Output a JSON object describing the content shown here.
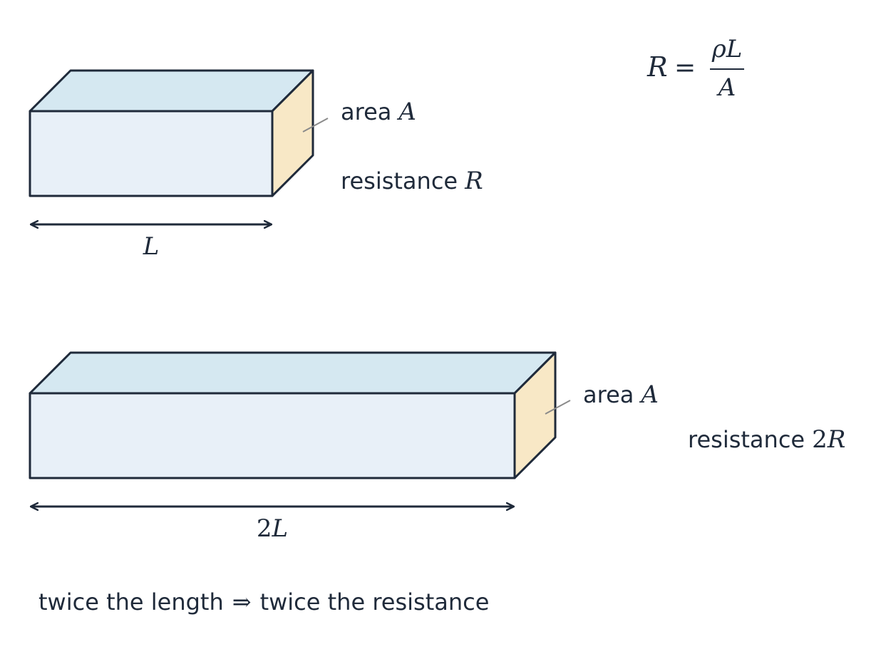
{
  "formula": {
    "lhs": "R",
    "equals": "=",
    "numerator": "ρL",
    "denominator": "A"
  },
  "bar_short": {
    "area_word": "area",
    "area_symbol": "A",
    "resistance_word": "resistance",
    "resistance_symbol": "R",
    "length_label": "L"
  },
  "bar_long": {
    "area_word": "area",
    "area_symbol": "A",
    "resistance_word": "resistance",
    "resistance_coef": "2",
    "resistance_symbol": "R",
    "length_coef": "2",
    "length_symbol": "L"
  },
  "caption": {
    "left": "twice the length",
    "arrow": "⇒",
    "right": "twice the resistance"
  },
  "colors": {
    "front_face": "#e8f0f8",
    "top_face": "#d5e8f1",
    "end_face": "#f8e8c6",
    "stroke": "#1f2a3a",
    "leader": "#8a8a8a"
  }
}
